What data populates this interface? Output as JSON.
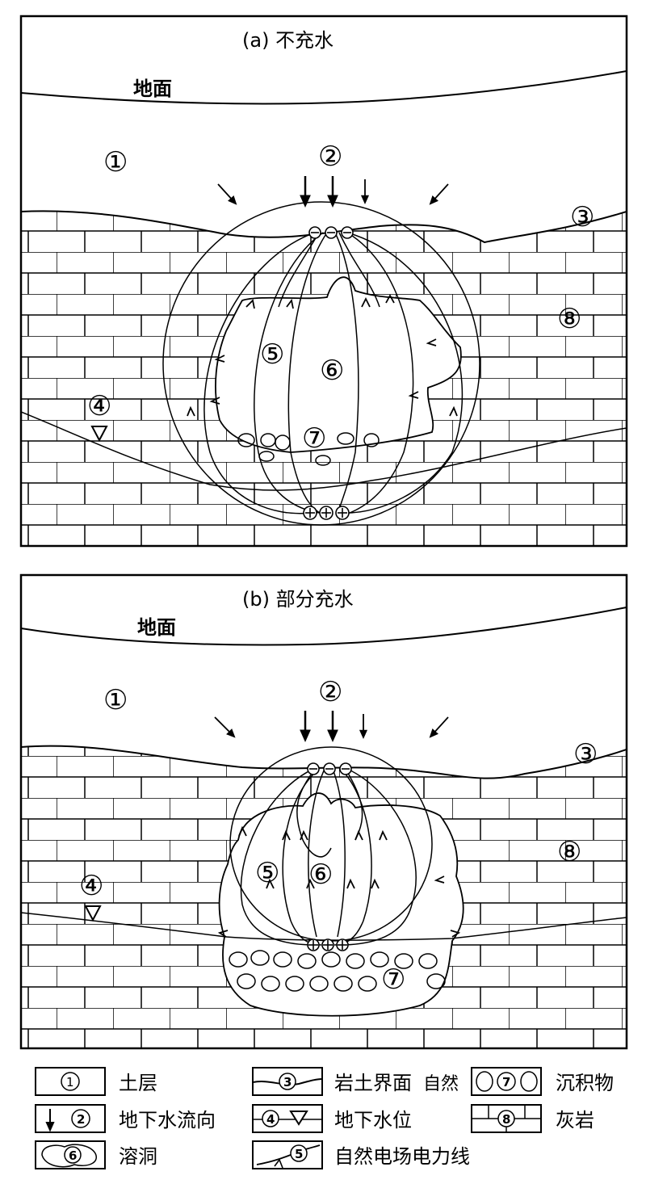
{
  "panel_a": {
    "title": "(a) 不充水",
    "ground": "地面",
    "n1": "①",
    "n2": "②",
    "n3": "③",
    "n4": "④",
    "n5": "⑤",
    "n6": "⑥",
    "n7": "⑦",
    "n8": "⑧"
  },
  "panel_b": {
    "title": "(b) 部分充水",
    "ground": "地面",
    "n1": "①",
    "n2": "②",
    "n3": "③",
    "n4": "④",
    "n5": "⑤",
    "n6": "⑥",
    "n7": "⑦",
    "n8": "⑧"
  },
  "legend": {
    "soil": "土层",
    "interface": "岩土界面",
    "interface_extra": "自然",
    "sediment": "沉积物",
    "flow": "地下水流向",
    "water_level": "地下水位",
    "limestone": "灰岩",
    "cave": "溶洞",
    "field_lines": "自然电场电力线",
    "k1": "1",
    "k2": "2",
    "k3": "3",
    "k4": "4",
    "k5": "5",
    "k6": "6",
    "k7": "7",
    "k8": "8"
  },
  "colors": {
    "ink": "#000000",
    "paper": "#ffffff"
  }
}
